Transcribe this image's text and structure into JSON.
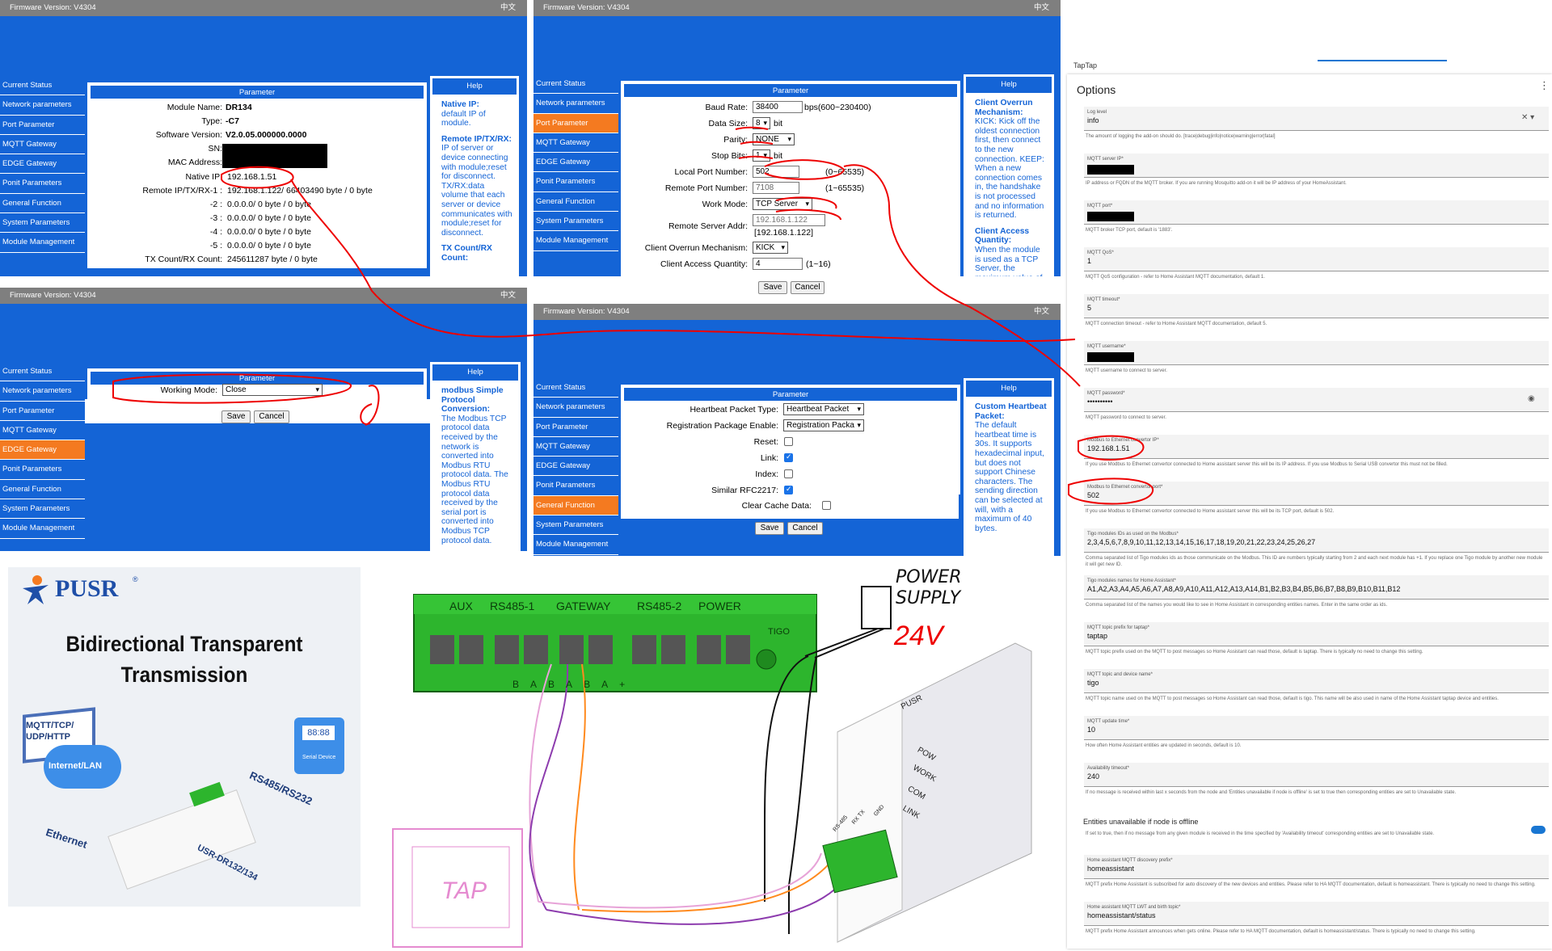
{
  "firmware_label": "Firmware Version:  V4304",
  "lang_label": "中文",
  "nav_items": [
    "Current Status",
    "Network parameters",
    "Port Parameter",
    "MQTT Gateway",
    "EDGE Gateway",
    "Ponit Parameters",
    "General Function",
    "System Parameters",
    "Module Management"
  ],
  "panel_status": {
    "header": "Parameter",
    "help_header": "Help",
    "module_name_label": "Module Name:",
    "module_name": "DR134",
    "type_label": "Type:",
    "type": "-C7",
    "software_version_label": "Software Version:",
    "software_version": "V2.0.05.000000.0000",
    "sn_label": "SN:",
    "mac_label": "MAC Address:",
    "native_ip_label": "Native IP:",
    "native_ip": "192.168.1.51",
    "remote_label": "Remote IP/TX/RX-1 :",
    "remote_1": "192.168.1.122/ 66403490 byte / 0 byte",
    "remote_2_label": "-2 :",
    "remote_2": "0.0.0.0/ 0 byte / 0 byte",
    "remote_3_label": "-3 :",
    "remote_3": "0.0.0.0/ 0 byte / 0 byte",
    "remote_4_label": "-4 :",
    "remote_4": "0.0.0.0/ 0 byte / 0 byte",
    "remote_5_label": "-5 :",
    "remote_5": "0.0.0.0/ 0 byte / 0 byte",
    "txrx_label": "TX Count/RX Count:",
    "txrx": "245611287 byte / 0 byte",
    "help_t1": "Native IP:",
    "help_d1": "default IP of module.",
    "help_t2": "Remote IP/TX/RX:",
    "help_d2": "IP of server or device connecting with module;reset for disconnect. TX/RX:data volume that each server or device communicates with module;reset for disconnect.",
    "help_t3": "TX Count/RX Count:"
  },
  "panel_port": {
    "header": "Parameter",
    "help_header": "Help",
    "baud_label": "Baud Rate:",
    "baud": "38400",
    "baud_hint": "bps(600~230400)",
    "data_label": "Data Size:",
    "data": "8",
    "bit": "bit",
    "parity_label": "Parity:",
    "parity": "NONE",
    "stop_label": "Stop Bits:",
    "stop": "1",
    "local_port_label": "Local Port Number:",
    "local_port": "502",
    "local_port_hint": "(0~65535)",
    "remote_port_label": "Remote Port Number:",
    "remote_port": "7108",
    "remote_port_hint": "(1~65535)",
    "work_mode_label": "Work Mode:",
    "work_mode": "TCP Server",
    "remote_addr_label": "Remote Server Addr:",
    "remote_addr": "192.168.1.122",
    "remote_addr_2": "[192.168.1.122]",
    "overrun_label": "Client Overrun Mechanism:",
    "overrun": "KICK",
    "access_label": "Client Access Quantity:",
    "access": "4",
    "access_hint": "(1~16)",
    "save": "Save",
    "cancel": "Cancel",
    "help_t1": "Client Overrun Mechanism:",
    "help_d1": "KICK: Kick off the oldest connection first, then connect to the new connection. KEEP: When a new connection comes in, the handshake is not processed and no information is returned.",
    "help_t2": "Client Access Quantity:",
    "help_d2": "When the module is used as a TCP Server, the maximum value of the client allowed"
  },
  "panel_edge": {
    "header": "Parameter",
    "help_header": "Help",
    "mode_label": "Working Mode:",
    "mode": "Close",
    "save": "Save",
    "cancel": "Cancel",
    "help_t1": "modbus Simple Protocol Conversion:",
    "help_d1": "The Modbus TCP protocol data received by the network is converted into Modbus RTU protocol data. The Modbus RTU protocol data received by the serial port is converted into Modbus TCP protocol data."
  },
  "panel_general": {
    "header": "Parameter",
    "help_header": "Help",
    "hb_label": "Heartbeat Packet Type:",
    "hb": "Heartbeat Packet",
    "reg_label": "Registration Package Enable:",
    "reg": "Registration Packa",
    "reset_label": "Reset:",
    "link_label": "Link:",
    "index_label": "Index:",
    "rfc_label": "Similar RFC2217:",
    "cache_label": "Clear Cache Data:",
    "save": "Save",
    "cancel": "Cancel",
    "help_t1": "Custom Heartbeat Packet:",
    "help_d1": "The default heartbeat time is 30s. It supports hexadecimal input, but does not support Chinese characters. The sending direction can be selected at will, with a maximum of 40 bytes."
  },
  "options": {
    "app_name": "TapTap",
    "title": "Options",
    "fields": [
      {
        "label": "Log level",
        "value": "info",
        "help": "The amount of logging the add-on should do. [trace|debug|info|notice|warning|error|fatal]"
      },
      {
        "label": "MQTT server IP*",
        "value": "",
        "help": "IP address or FQDN of the MQTT broker. If you are running Mosquitto add-on it will be IP address of your HomeAssistant."
      },
      {
        "label": "MQTT port*",
        "value": "",
        "help": "MQTT broker TCP port, default is '1883'."
      },
      {
        "label": "MQTT QoS*",
        "value": "1",
        "help": "MQTT QoS configuration - refer to Home Assistant MQTT documentation, default 1."
      },
      {
        "label": "MQTT timeout*",
        "value": "5",
        "help": "MQTT connection timeout - refer to Home Assistant MQTT documentation, default 5."
      },
      {
        "label": "MQTT username*",
        "value": "",
        "help": "MQTT username to connect to server."
      },
      {
        "label": "MQTT password*",
        "value": "••••••••••",
        "help": "MQTT password to connect to server."
      },
      {
        "label": "Modbus to Ethernet convertor IP*",
        "value": "192.168.1.51",
        "help": "If you use Modbus to Ethernet convertor connected to Home assistant server this will be its IP address. If you use Modbus to Serial USB convertor this must not be filled."
      },
      {
        "label": "Modbus to Ethernet convertor port*",
        "value": "502",
        "help": "If you use Modbus to Ethernet convertor connected to Home assistant server this will be its TCP port, default is 502."
      },
      {
        "label": "Tigo modules IDs as used on the Modbus*",
        "value": "2,3,4,5,6,7,8,9,10,11,12,13,14,15,16,17,18,19,20,21,22,23,24,25,26,27",
        "help": "Comma separated list of Tigo modules ids as those communicate on the Modbus. This ID are numbers typically starting from 2 and each next module has +1. If you replace one Tigo module by another new module it will get new ID."
      },
      {
        "label": "Tigo modules names for Home Assistant*",
        "value": "A1,A2,A3,A4,A5,A6,A7,A8,A9,A10,A11,A12,A13,A14,B1,B2,B3,B4,B5,B6,B7,B8,B9,B10,B11,B12",
        "help": "Comma separated list of the names you would like to see in Home Assistant in corresponding entities names. Enter in the same order as ids."
      },
      {
        "label": "MQTT topic prefix for taptap*",
        "value": "taptap",
        "help": "MQTT topic prefix used on the MQTT to post messages so Home Assistant can read those, default is taptap. There is typically no need to change this setting."
      },
      {
        "label": "MQTT topic and device name*",
        "value": "tigo",
        "help": "MQTT topic name used on the MQTT to post messages so Home Assistant can read those, default is tigo. This name will be also used in name of the Home Assistant taptap device and entities."
      },
      {
        "label": "MQTT update time*",
        "value": "10",
        "help": "How often Home Assistant entities are updated in seconds, default is 10."
      },
      {
        "label": "Availability timeout*",
        "value": "240",
        "help": "If no message is received within last x seconds from the node and 'Entities unavailable if node is offline' is set to true then corresponding entities are set to Unavailable state."
      }
    ],
    "toggle_label": "Entities unavailable if node is offline",
    "toggle_help": "If set to true, then if no message from any given module is received in the time specified by 'Availability timeout' corresponding entities are set to Unavailable state.",
    "fields2": [
      {
        "label": "Home assistant MQTT discovery prefix*",
        "value": "homeassistant",
        "help": "MQTT prefix Home Assistant is subscribed for auto discovery of the new devices and entities. Please refer to HA MQTT documentation, default is homeassistant. There is typically no need to change this setting."
      },
      {
        "label": "Home assistant MQTT LWT and birth topic*",
        "value": "homeassistant/status",
        "help": "MQTT prefix Home Assistant announces when gets online. Please refer to HA MQTT documentation, default is homeassistant/status. There is typically no need to change this setting."
      }
    ]
  },
  "pusr": {
    "brand": "PUSR",
    "reg": "®",
    "title_1": "Bidirectional Transparent",
    "title_2": "Transmission",
    "mqtt": "MQTT/TCP/",
    "udp": "UDP/HTTP",
    "internet": "Internet/LAN",
    "ethernet": "Ethernet",
    "rs485": "RS485/RS232",
    "serial_device": "Serial Device",
    "device_readout": "88:88",
    "model": "USR-DR132/134"
  },
  "wiring": {
    "labels": [
      "AUX",
      "RS485-1",
      "GATEWAY",
      "RS485-2",
      "POWER"
    ],
    "pins": [
      "B",
      "A",
      "B",
      "A",
      "B",
      "A",
      "+"
    ],
    "power_supply": "POWER SUPPLY",
    "voltage": "24V",
    "tap": "TAP",
    "tigo": "TIGO",
    "leds": [
      "POW",
      "WORK",
      "COM",
      "LINK"
    ],
    "term_labels": [
      "RS-485",
      "RX TX",
      "GND"
    ],
    "usr_logo": "PUSR"
  },
  "colors": {
    "blue": "#1464d6",
    "orange": "#f47a20",
    "green": "#2db52d",
    "red": "#e00000"
  }
}
